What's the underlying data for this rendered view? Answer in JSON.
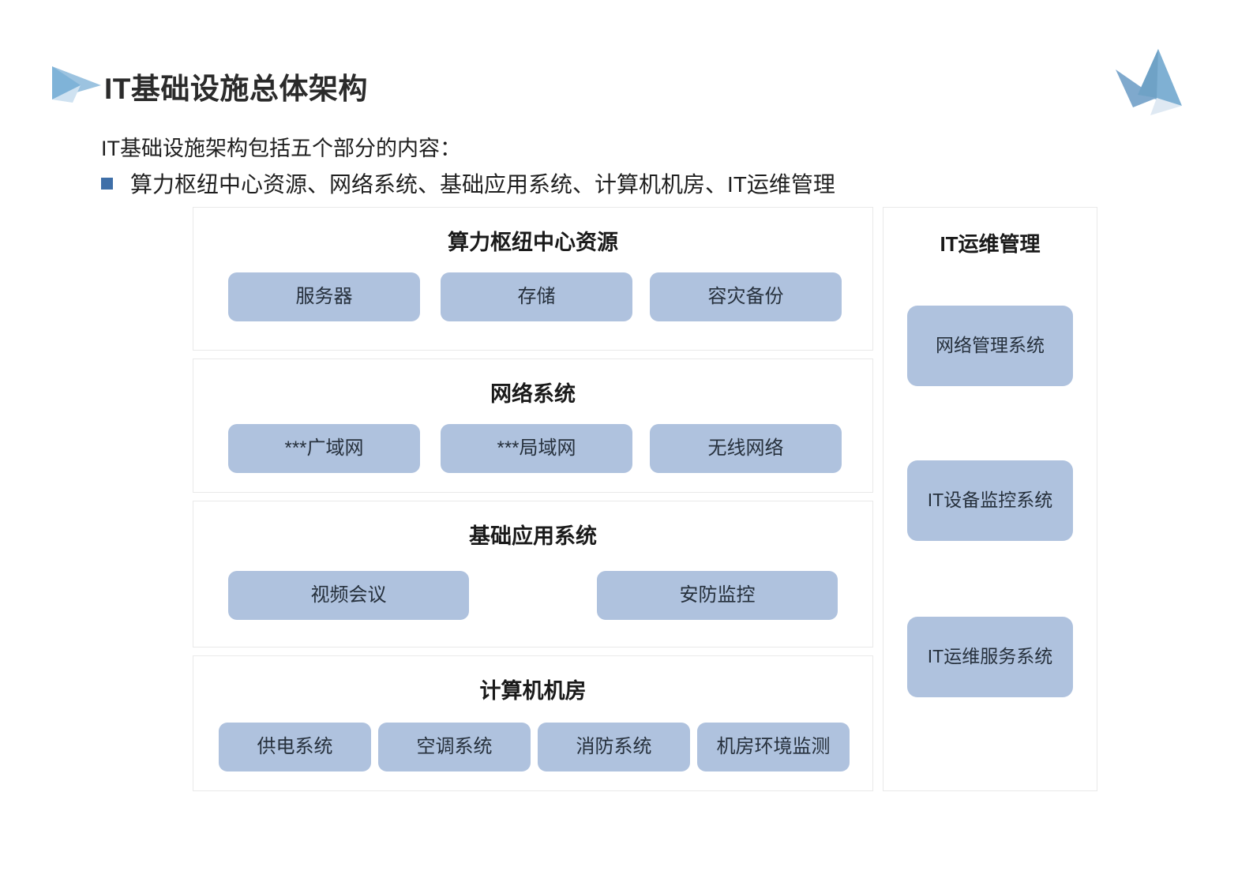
{
  "slide": {
    "title": "IT基础设施总体架构",
    "title_arrow_icon": "triangle-arrow-icon",
    "corner_decoration_icon": "twin-triangle-logo-icon",
    "intro_line": "IT基础设施架构包括五个部分的内容：",
    "bullet_icon": "square-bullet-icon",
    "bullet_text": "算力枢纽中心资源、网络系统、基础应用系统、计算机机房、IT运维管理"
  },
  "colors": {
    "node_fill": "#afc2de",
    "bullet": "#3f6fa8",
    "panel_border": "#e9e9e9",
    "title_text": "#2b2b2b",
    "accent_triangle": "#7fa9cd",
    "background": "#ffffff"
  },
  "diagram": {
    "sections": [
      {
        "id": "compute",
        "title": "算力枢纽中心资源",
        "nodes": [
          "服务器",
          "存储",
          "容灾备份"
        ]
      },
      {
        "id": "network",
        "title": "网络系统",
        "nodes": [
          "***广域网",
          "***局域网",
          "无线网络"
        ]
      },
      {
        "id": "apps",
        "title": "基础应用系统",
        "nodes": [
          "视频会议",
          "安防监控"
        ]
      },
      {
        "id": "room",
        "title": "计算机机房",
        "nodes": [
          "供电系统",
          "空调系统",
          "消防系统",
          "机房环境监测"
        ]
      }
    ],
    "side_panel": {
      "id": "ops",
      "title": "IT运维管理",
      "nodes": [
        "网络管理系统",
        "IT设备监控系统",
        "IT运维服务系统"
      ]
    }
  }
}
